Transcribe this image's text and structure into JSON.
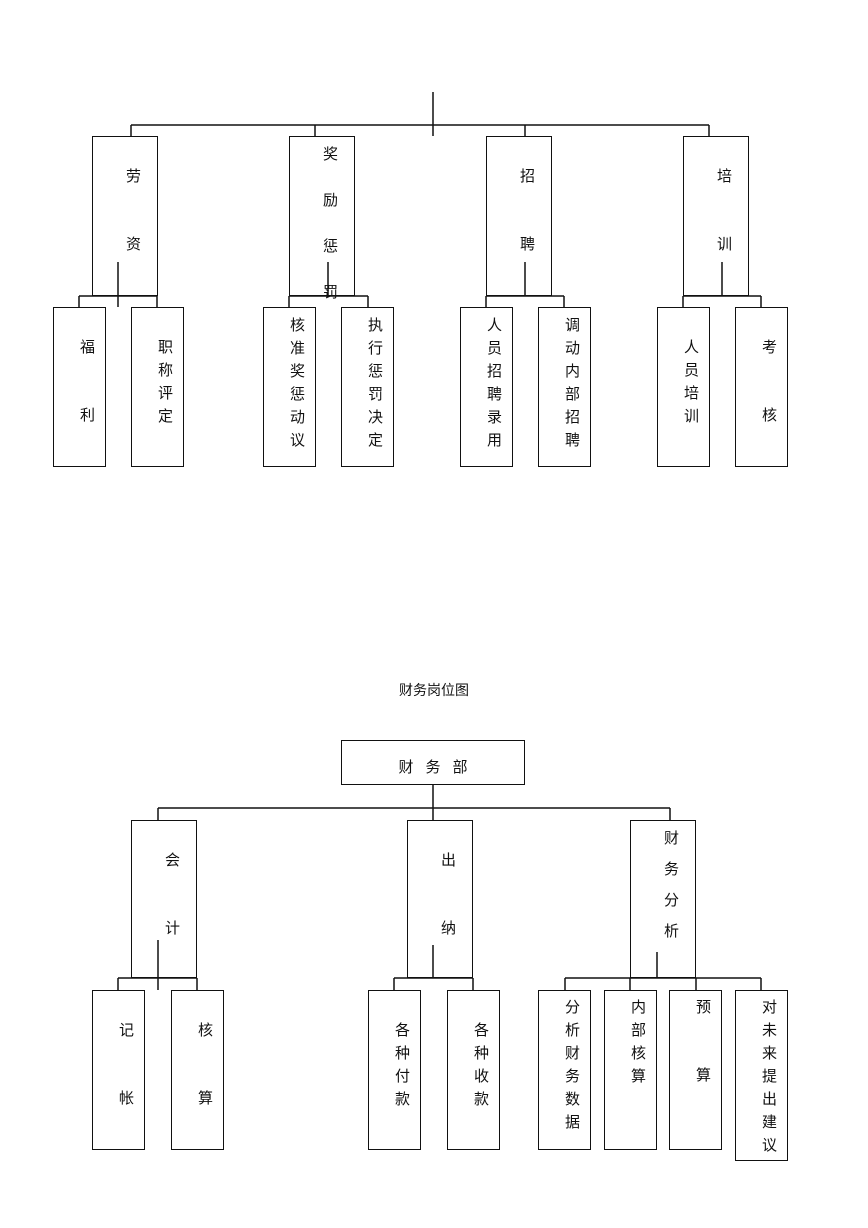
{
  "hr_chart": {
    "departments": [
      {
        "name": "劳资",
        "children": [
          "福利",
          "职称评定"
        ]
      },
      {
        "name": "奖励惩罚",
        "children": [
          "核准奖惩动议",
          "执行惩罚决定"
        ]
      },
      {
        "name": "招聘",
        "children": [
          "人员招聘录用",
          "调动内部招聘"
        ]
      },
      {
        "name": "培训",
        "children": [
          "人员培训",
          "考核"
        ]
      }
    ]
  },
  "finance_chart": {
    "title": "财务岗位图",
    "root": "财务部",
    "departments": [
      {
        "name": "会计",
        "children": [
          "记帐",
          "核算"
        ]
      },
      {
        "name": "出纳",
        "children": [
          "各种付款",
          "各种收款"
        ]
      },
      {
        "name": "财务分析",
        "children": [
          "分析财务数据",
          "内部核算",
          "预算",
          "对未来提出建议"
        ]
      }
    ]
  }
}
